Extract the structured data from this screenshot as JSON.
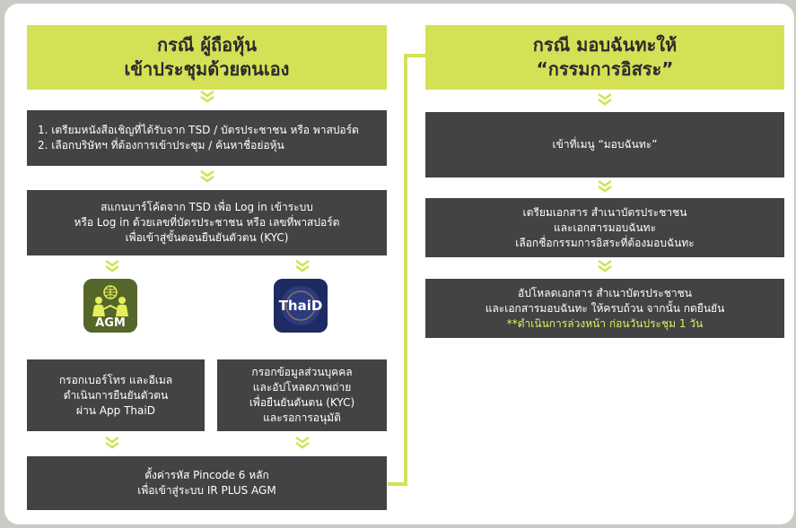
{
  "left": {
    "header": [
      "กรณี ผู้ถือหุ้น",
      "เข้าประชุมด้วยตนเอง"
    ],
    "step1": [
      "1. เตรียมหนังสือเชิญที่ได้รับจาก TSD / บัตรประชาชน หรือ พาสปอร์ต",
      "2. เลือกบริษัทฯ ที่ต้องการเข้าประชุม / ค้นหาชื่อย่อหุ้น"
    ],
    "step2": [
      "สแกนบาร์โค้ดจาก TSD เพื่อ Log in เข้าระบบ",
      "หรือ Log in ด้วยเลขที่บัตรประชาชน หรือ เลขที่พาสปอร์ต",
      "เพื่อเข้าสู่ขั้นตอนยืนยันตัวตน (KYC)"
    ],
    "agm_logo_text": "AGM",
    "thaid_logo_text": "ThaiD",
    "agm_box": [
      "กรอกเบอร์โทร และอีเมล",
      "ดำเนินการยืนยันตัวตน",
      "ผ่าน App ThaiD"
    ],
    "thaid_box": [
      "กรอกข้อมูลส่วนบุคคล",
      "และอัปโหลดภาพถ่าย",
      "เพื่อยืนยันตันตน (KYC)",
      "และรอการอนุมัติ"
    ],
    "final": [
      "ตั้งค่ารหัส Pincode 6 หลัก",
      "เพื่อเข้าสู่ระบบ IR PLUS AGM"
    ]
  },
  "right": {
    "header": [
      "กรณี มอบฉันทะให้",
      "“กรรมการอิสระ”"
    ],
    "step1": [
      "เข้าที่เมนู “มอบฉันทะ”"
    ],
    "step2": [
      "เตรียมเอกสาร สำเนาบัตรประชาชน",
      "และเอกสารมอบฉันทะ",
      "เลือกชื่อกรรมการอิสระที่ต้องมอบฉันทะ"
    ],
    "step3": [
      "อัปโหลดเอกสาร สำเนาบัตรประชาชน",
      "และเอกสารมอบฉันทะ ให้ครบถ้วน จากนั้น กดยืนยัน"
    ],
    "step3_note": "**ดำเนินการล่วงหน้า ก่อนวันประชุม 1 วัน"
  },
  "colors": {
    "lime": "#d4e157",
    "dark": "#424344",
    "highlight": "#e4ef5a"
  }
}
